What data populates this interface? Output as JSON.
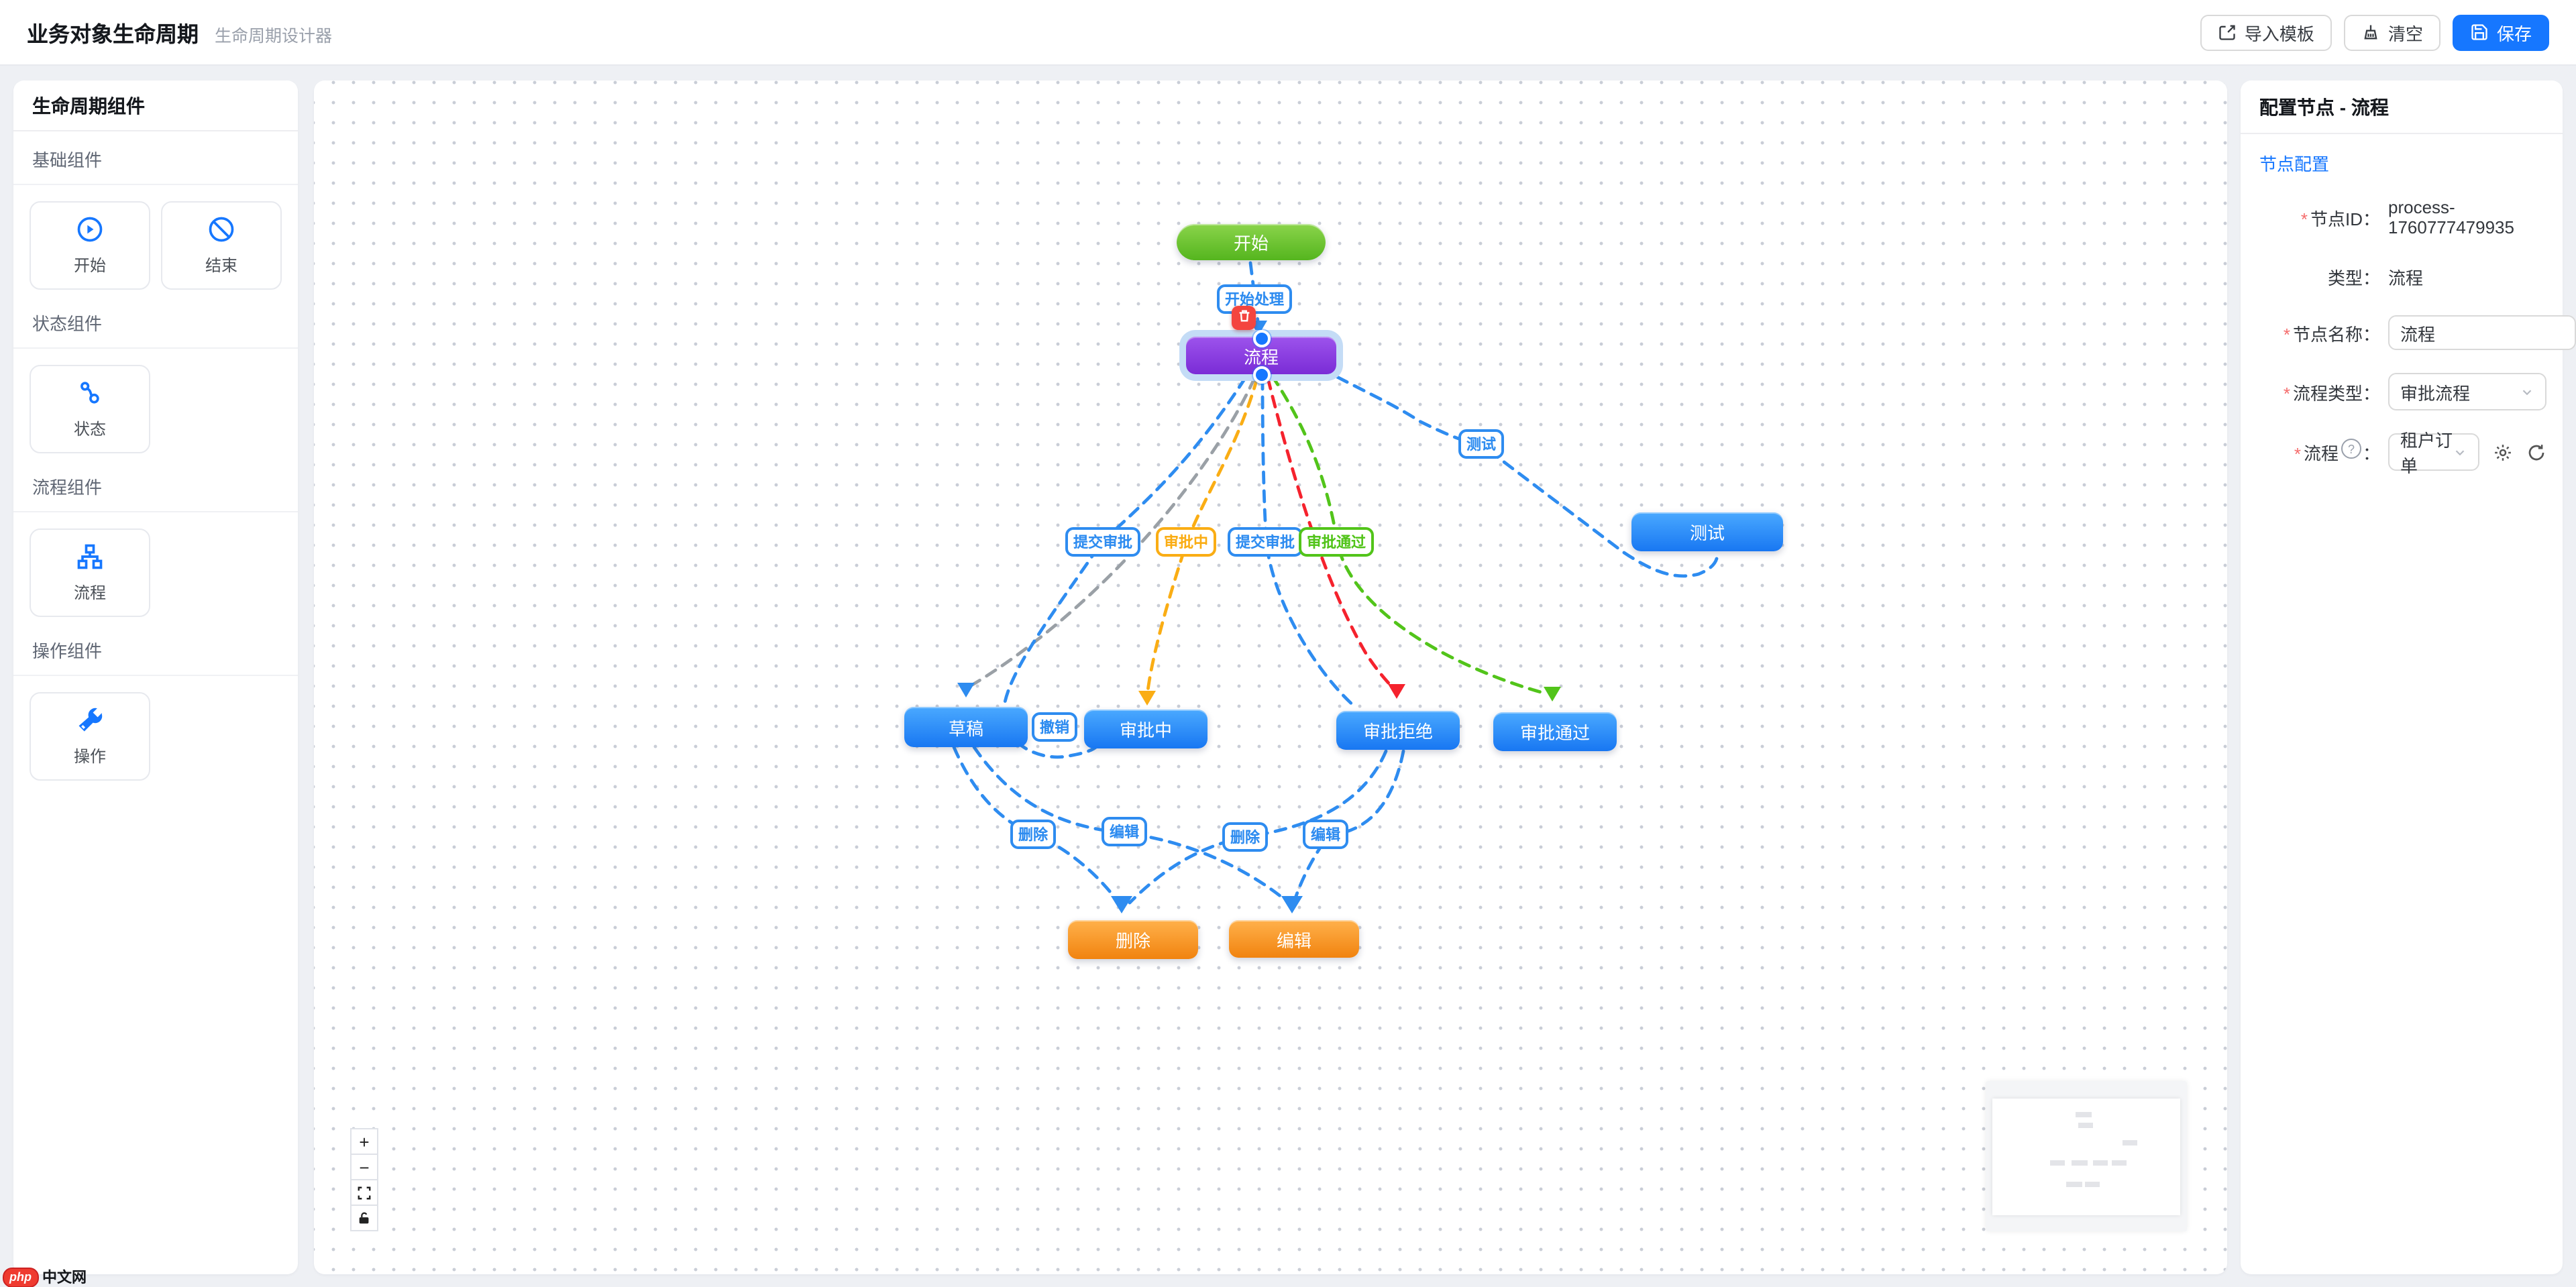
{
  "header": {
    "title": "业务对象生命周期",
    "subtitle": "生命周期设计器",
    "import_label": "导入模板",
    "clear_label": "清空",
    "save_label": "保存"
  },
  "palette": {
    "title": "生命周期组件",
    "sections": [
      {
        "label": "基础组件",
        "items": [
          {
            "label": "开始",
            "icon": "play-circle-icon"
          },
          {
            "label": "结束",
            "icon": "ban-icon"
          }
        ]
      },
      {
        "label": "状态组件",
        "items": [
          {
            "label": "状态",
            "icon": "state-link-icon"
          }
        ]
      },
      {
        "label": "流程组件",
        "items": [
          {
            "label": "流程",
            "icon": "org-chart-icon"
          }
        ]
      },
      {
        "label": "操作组件",
        "items": [
          {
            "label": "操作",
            "icon": "wrench-icon"
          }
        ]
      }
    ]
  },
  "canvas": {
    "nodes": {
      "start": {
        "label": "开始"
      },
      "process": {
        "label": "流程"
      },
      "test": {
        "label": "测试"
      },
      "draft": {
        "label": "草稿"
      },
      "approving": {
        "label": "审批中"
      },
      "rejected": {
        "label": "审批拒绝"
      },
      "approved": {
        "label": "审批通过"
      },
      "delete": {
        "label": "删除"
      },
      "edit": {
        "label": "编辑"
      }
    },
    "edge_labels": {
      "start_process": "开始处理",
      "test": "测试",
      "submit_a": "提交审批",
      "approving": "审批中",
      "submit_b": "提交审批",
      "approved": "审批通过",
      "revoke": "撤销",
      "delete_a": "删除",
      "edit_a": "编辑",
      "delete_b": "删除",
      "edit_b": "编辑"
    },
    "toolbar": {
      "zoom_in": "+",
      "zoom_out": "−"
    }
  },
  "inspector": {
    "title": "配置节点 - 流程",
    "tab": "节点配置",
    "required_marker": "*",
    "help_glyph": "?",
    "rows": {
      "node_id_label": "节点ID：",
      "node_id_value": "process-1760777479935",
      "type_label": "类型：",
      "type_value": "流程",
      "name_label": "节点名称：",
      "name_value": "流程",
      "flow_type_label": "流程类型：",
      "flow_type_value": "审批流程",
      "flow_label": "流程",
      "flow_colon": "：",
      "flow_value": "租户订单"
    }
  },
  "watermark": {
    "logo": "php",
    "text": "中文网"
  },
  "colors": {
    "primary": "#1677ff",
    "edge_blue": "#2e8cf0",
    "edge_gray": "#9aa0a6",
    "edge_orange": "#faad14",
    "edge_red": "#f5222d",
    "edge_green": "#52c41a",
    "node_purple": "#7a2cd6",
    "node_green": "#55b51e",
    "node_blue": "#1877f2",
    "node_orange": "#f1830f"
  }
}
